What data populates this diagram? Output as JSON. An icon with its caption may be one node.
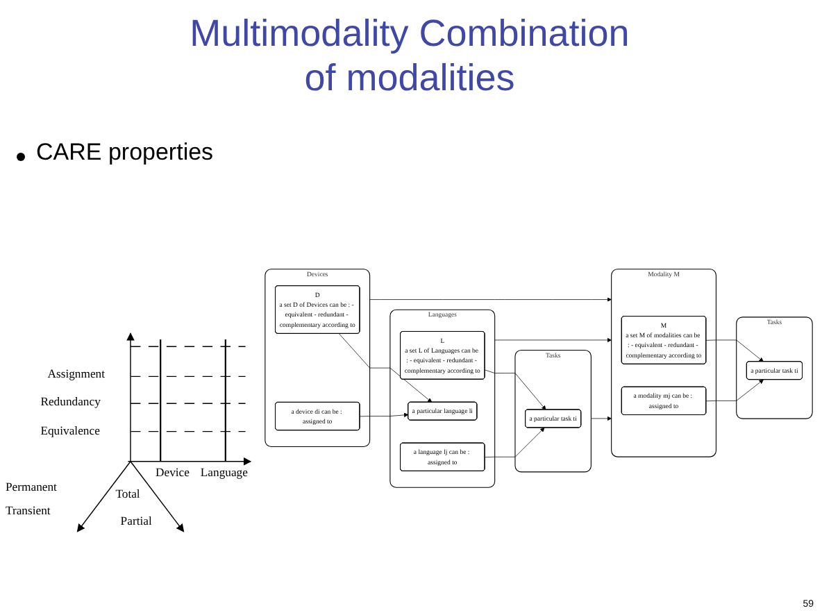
{
  "diagram": {
    "title": "Multimodality Combination of modalities",
    "nodes": [
      {
        "text": [
          "Devices"
        ]
      },
      {
        "text": [
          "D",
          "a set D of Devices can be : - equivalent - redundant - complementary according to"
        ],
        "in": 0
      },
      {
        "text": [
          "a device di can be : assigned to"
        ],
        "in": 0
      },
      {
        "text": [
          "Languages"
        ]
      },
      {
        "text": [
          "L",
          "a set L of Languages can be : - equivalent - redundant - complementary according to"
        ],
        "in": 3
      },
      {
        "text": [
          "a particular language li"
        ],
        "in": 3
      },
      {
        "text": [
          "a language lj can be : assigned to"
        ],
        "in": 3
      },
      {
        "text": [
          "Tasks"
        ]
      },
      {
        "text": [
          "a particular task ti"
        ],
        "in": 7
      },
      {
        "text": [
          "Modality M"
        ]
      },
      {
        "text": [
          "M",
          "a set M of modalities can be : - equivalent - redundant - complementary according to"
        ],
        "in": 9
      },
      {
        "text": [
          "a modality mj can be : assigned to"
        ],
        "in": 9
      },
      {
        "text": [
          "Tasks"
        ]
      },
      {
        "text": [
          "a particular task ti"
        ],
        "in": 12
      }
    ],
    "edges": [
      {
        "from": 1,
        "to": 5,
        "arrow": "to"
      },
      {
        "from": 2,
        "to": 5,
        "arrow": "to"
      },
      {
        "from": 4,
        "to": 8,
        "arrow": "to"
      },
      {
        "from": 6,
        "to": 8,
        "arrow": "to"
      },
      {
        "from": 0,
        "to": 9,
        "arrow": "to"
      },
      {
        "from": 3,
        "to": 9,
        "arrow": "to"
      },
      {
        "from": 7,
        "to": 9,
        "arrow": "to"
      },
      {
        "from": 10,
        "to": 13,
        "arrow": "to"
      },
      {
        "from": 11,
        "to": 13,
        "arrow": "to"
      }
    ],
    "labels": [
      "CARE properties",
      "Assignment",
      "Redundancy",
      "Equivalence",
      "Device",
      "Language",
      "Permanent",
      "Total",
      "Transient",
      "Partial",
      "59"
    ]
  }
}
